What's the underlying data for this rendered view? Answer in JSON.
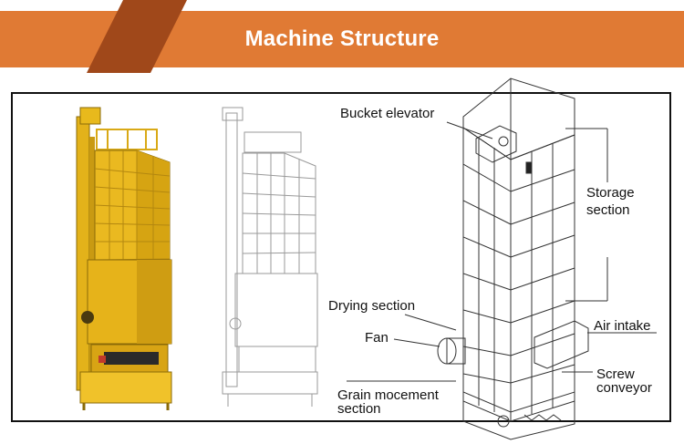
{
  "header": {
    "title": "Machine Structure",
    "banner_color": "#e07a34",
    "accent_color": "#a0481a"
  },
  "labels": {
    "bucket_elevator": "Bucket elevator",
    "storage_line1": "Storage",
    "storage_line2": "section",
    "drying_section": "Drying section",
    "fan": "Fan",
    "air_intake": "Air intake",
    "screw_line1": "Screw",
    "screw_line2": "conveyor",
    "grain_line1": "Grain mocement",
    "grain_line2": "section"
  },
  "images": {
    "photo": "yellow-grain-dryer-photo",
    "sketch": "grain-dryer-outline-sketch",
    "diagram": "grain-dryer-structure-diagram"
  },
  "colors": {
    "machine_yellow": "#e8b91c",
    "machine_dark": "#8a6a08"
  }
}
